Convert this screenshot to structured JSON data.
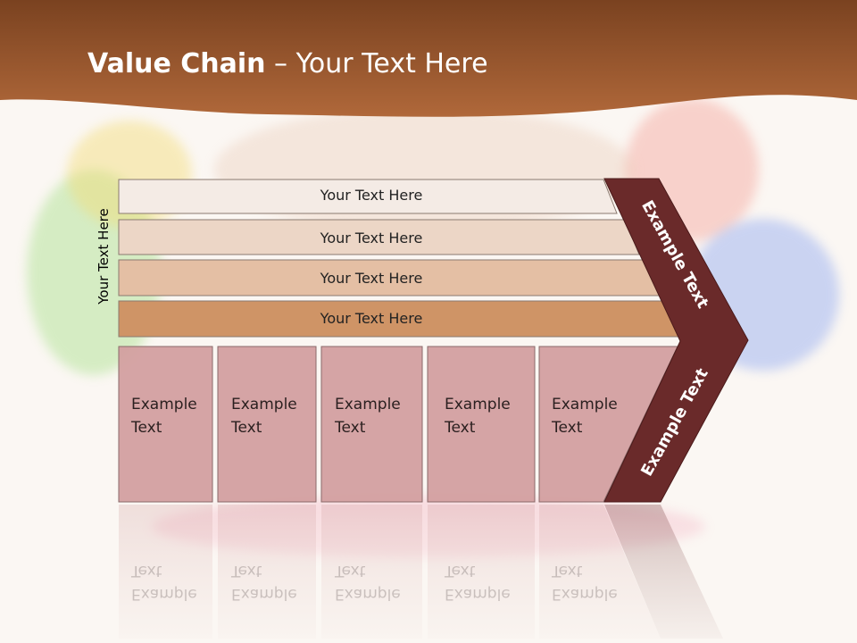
{
  "title": {
    "bold": "Value Chain",
    "rest": " – Your Text Here"
  },
  "side_label": "Your Text Here",
  "layers": [
    {
      "label": "Your Text Here",
      "color": "#f4ebe5"
    },
    {
      "label": "Your Text Here",
      "color": "#ecd6c6"
    },
    {
      "label": "Your Text Here",
      "color": "#e4bfa4"
    },
    {
      "label": "Your Text Here",
      "color": "#cf9466"
    }
  ],
  "columns": [
    {
      "line1": "Example",
      "line2": "Text"
    },
    {
      "line1": "Example",
      "line2": "Text"
    },
    {
      "line1": "Example",
      "line2": "Text"
    },
    {
      "line1": "Example",
      "line2": "Text"
    },
    {
      "line1": "Example",
      "line2": "Text"
    }
  ],
  "chevron": {
    "upper": "Example Text",
    "lower": "Example Text"
  },
  "colors": {
    "header": "#b0683a",
    "header_dark": "#7a4220",
    "column_fill": "#d39fa0",
    "chevron_fill": "#6a2a2a"
  }
}
